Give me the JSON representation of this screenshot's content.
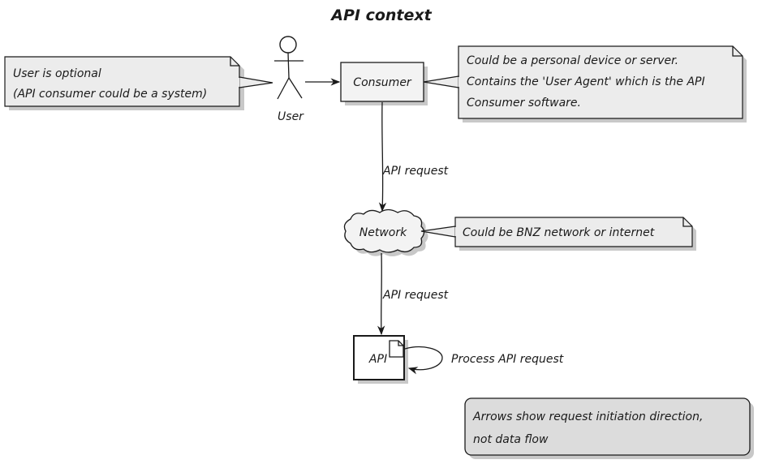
{
  "title": "API context",
  "nodes": {
    "user": "User",
    "consumer": "Consumer",
    "network": "Network",
    "api": "API"
  },
  "edges": {
    "consumer_to_network": "API request",
    "network_to_api": "API request",
    "api_self": "Process API request"
  },
  "notes": {
    "user": [
      "User is optional",
      "(API consumer could be a system)"
    ],
    "consumer": [
      "Could be a personal device or server.",
      "Contains the 'User Agent' which is the API",
      "Consumer software."
    ],
    "network": [
      "Could be BNZ network or internet"
    ],
    "legend": [
      "Arrows show request initiation direction,",
      "not data flow"
    ]
  },
  "colors": {
    "ink": "#1a1a1a",
    "box_fill": "#f3f3f3",
    "note_fill": "#ececec",
    "legend_fill": "#dcdcdc",
    "shadow": "#c8c8c8"
  }
}
